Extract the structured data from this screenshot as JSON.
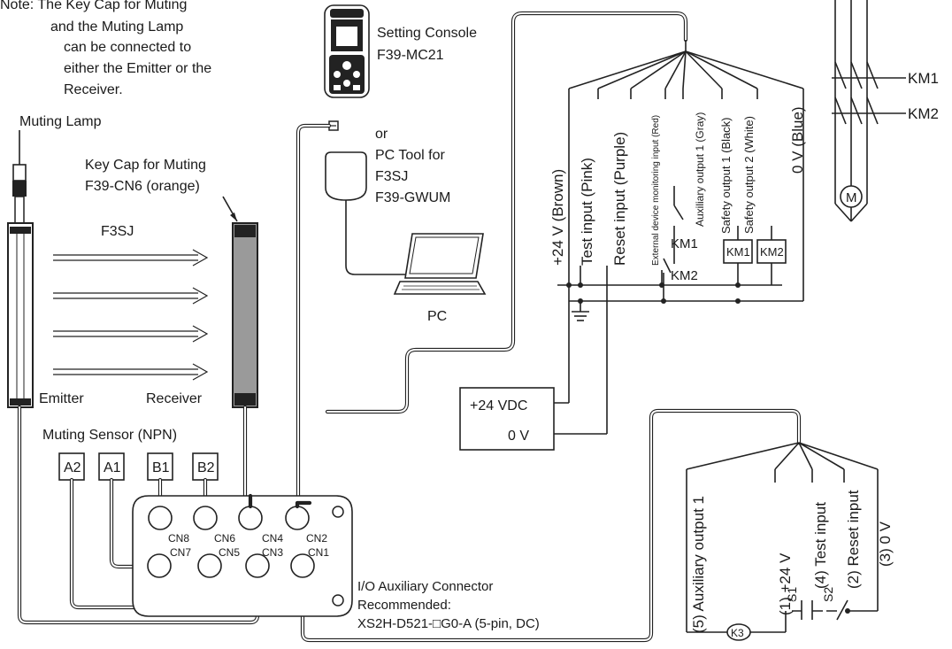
{
  "note": {
    "lines": [
      "Note: The Key Cap for Muting",
      "and the Muting Lamp",
      "can be connected to",
      "either the Emitter or the",
      "Receiver."
    ]
  },
  "console": {
    "name": "Setting Console",
    "model": "F39-MC21"
  },
  "pc_tool": {
    "or": "or",
    "lines": [
      "PC Tool for",
      "F3SJ",
      "F39-GWUM"
    ],
    "pc_label": "PC"
  },
  "muting_lamp": "Muting Lamp",
  "key_cap": {
    "line1": "Key Cap for Muting",
    "line2": "F39-CN6 (orange)"
  },
  "sensor": {
    "model": "F3SJ",
    "emitter": "Emitter",
    "receiver": "Receiver"
  },
  "muting_sensor": {
    "title": "Muting Sensor (NPN)",
    "labels": [
      "A2",
      "A1",
      "B1",
      "B2"
    ]
  },
  "connectors": [
    "CN8",
    "CN6",
    "CN4",
    "CN2",
    "CN7",
    "CN5",
    "CN3",
    "CN1"
  ],
  "cable_wires": [
    "+24 V (Brown)",
    "Test input (Pink)",
    "Reset input (Purple)",
    "External device monitoring input (Red)",
    "Auxiliary output 1 (Gray)",
    "Safety output 1 (Black)",
    "Safety output 2 (White)",
    "0 V (Blue)"
  ],
  "relays": {
    "km1": "KM1",
    "km2": "KM2",
    "k3": "K3"
  },
  "motor": "M",
  "power_supply": {
    "plus": "+24 VDC",
    "zero": "0 V"
  },
  "io_connector": {
    "title": "I/O Auxiliary Connector",
    "recommended": "Recommended:",
    "model": "XS2H-D521-□G0-A (5-pin, DC)"
  },
  "io_wires": [
    "(5) Auxiliary output 1",
    "(1) +24 V",
    "(4) Test input",
    "(2) Reset input",
    "(3) 0 V"
  ],
  "switches": {
    "s1": "S1",
    "s2": "S2"
  }
}
